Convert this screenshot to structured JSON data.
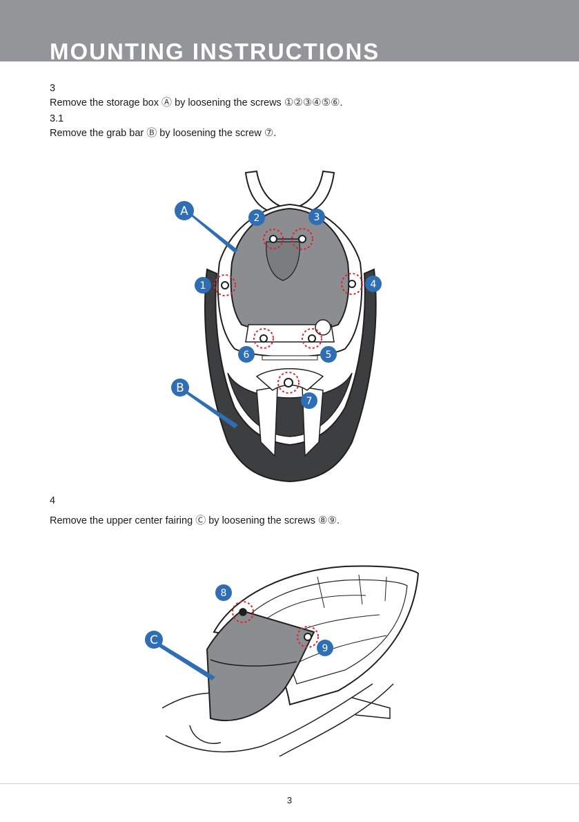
{
  "header": {
    "title": "MOUNTING INSTRUCTIONS"
  },
  "steps": [
    {
      "number": "3",
      "text": "Remove the storage box",
      "part": "Ⓐ",
      "text2": "by loosening the screws",
      "screws": "①②③④⑤⑥",
      "end": "."
    },
    {
      "number": "3.1",
      "text": "Remove the grab bar",
      "part": "Ⓑ",
      "text2": "by loosening the screw",
      "screws": "⑦",
      "end": "."
    },
    {
      "number": "4",
      "text": "Remove the upper center fairing",
      "part": "Ⓒ",
      "text2": "by loosening the screws",
      "screws": "⑧⑨",
      "end": "."
    }
  ],
  "figure1": {
    "callouts": [
      "A",
      "B"
    ],
    "screws": [
      "1",
      "2",
      "3",
      "4",
      "5",
      "6",
      "7"
    ]
  },
  "figure2": {
    "callouts": [
      "C"
    ],
    "screws": [
      "8",
      "9"
    ]
  },
  "footer": {
    "page_number": "3"
  },
  "colors": {
    "header_bg": "#939598",
    "badge_blue": "#2f6db5",
    "highlight_red": "#e0222b",
    "part_grey": "#8c8d90",
    "bar_dark": "#3d3e40"
  }
}
